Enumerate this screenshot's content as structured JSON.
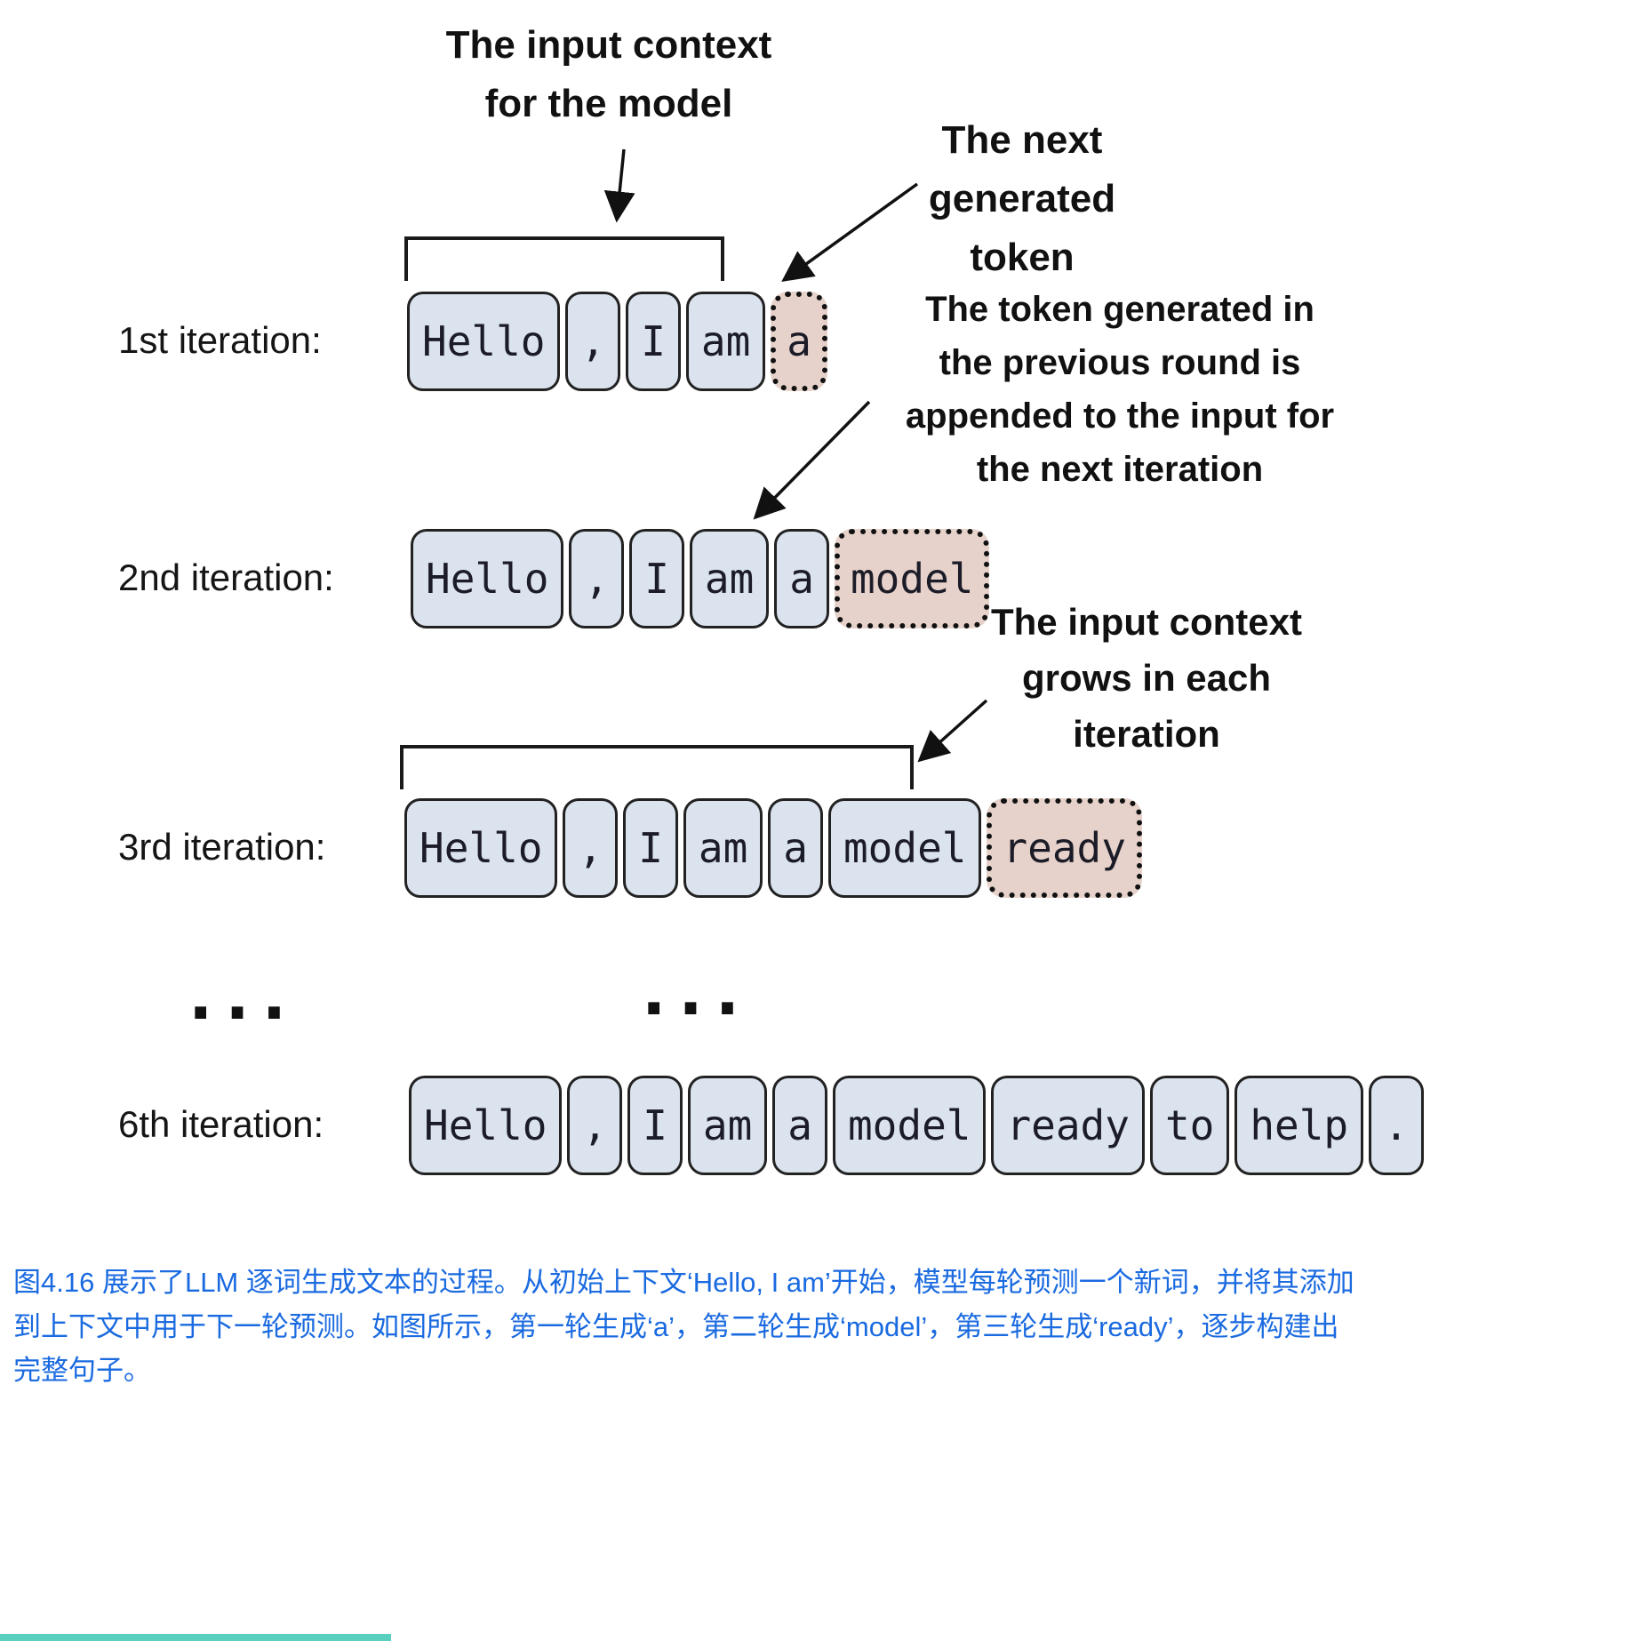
{
  "annotations": {
    "input_context": "The input context\nfor the model",
    "next_token": "The next generated\ntoken",
    "appended": "The token generated in\nthe previous round is\nappended to the input for\nthe next iteration",
    "grows": "The input context\ngrows in each\niteration"
  },
  "iterations": [
    {
      "label": "1st iteration:",
      "tokens": [
        "Hello",
        ",",
        "I",
        "am"
      ],
      "generated": "a"
    },
    {
      "label": "2nd iteration:",
      "tokens": [
        "Hello",
        ",",
        "I",
        "am",
        "a"
      ],
      "generated": "model"
    },
    {
      "label": "3rd iteration:",
      "tokens": [
        "Hello",
        ",",
        "I",
        "am",
        "a",
        "model"
      ],
      "generated": "ready"
    },
    {
      "label": "6th iteration:",
      "tokens": [
        "Hello",
        ",",
        "I",
        "am",
        "a",
        "model",
        "ready",
        "to",
        "help",
        "."
      ],
      "generated": ""
    }
  ],
  "ellipsis": "...",
  "caption": "图4.16 展示了LLM 逐词生成文本的过程。从初始上下文‘Hello, I am’开始，模型每轮预测一个新词，并将其添加\n到上下文中用于下一轮预测。如图所示，第一轮生成‘a’，第二轮生成‘model’，第三轮生成‘ready’，逐步构建出\n完整句子。",
  "colors": {
    "token_bg": "#dbe3ee",
    "generated_bg": "#e6d2ca",
    "caption_blue": "#1a6ae0",
    "stroke": "#1a1a1a"
  }
}
